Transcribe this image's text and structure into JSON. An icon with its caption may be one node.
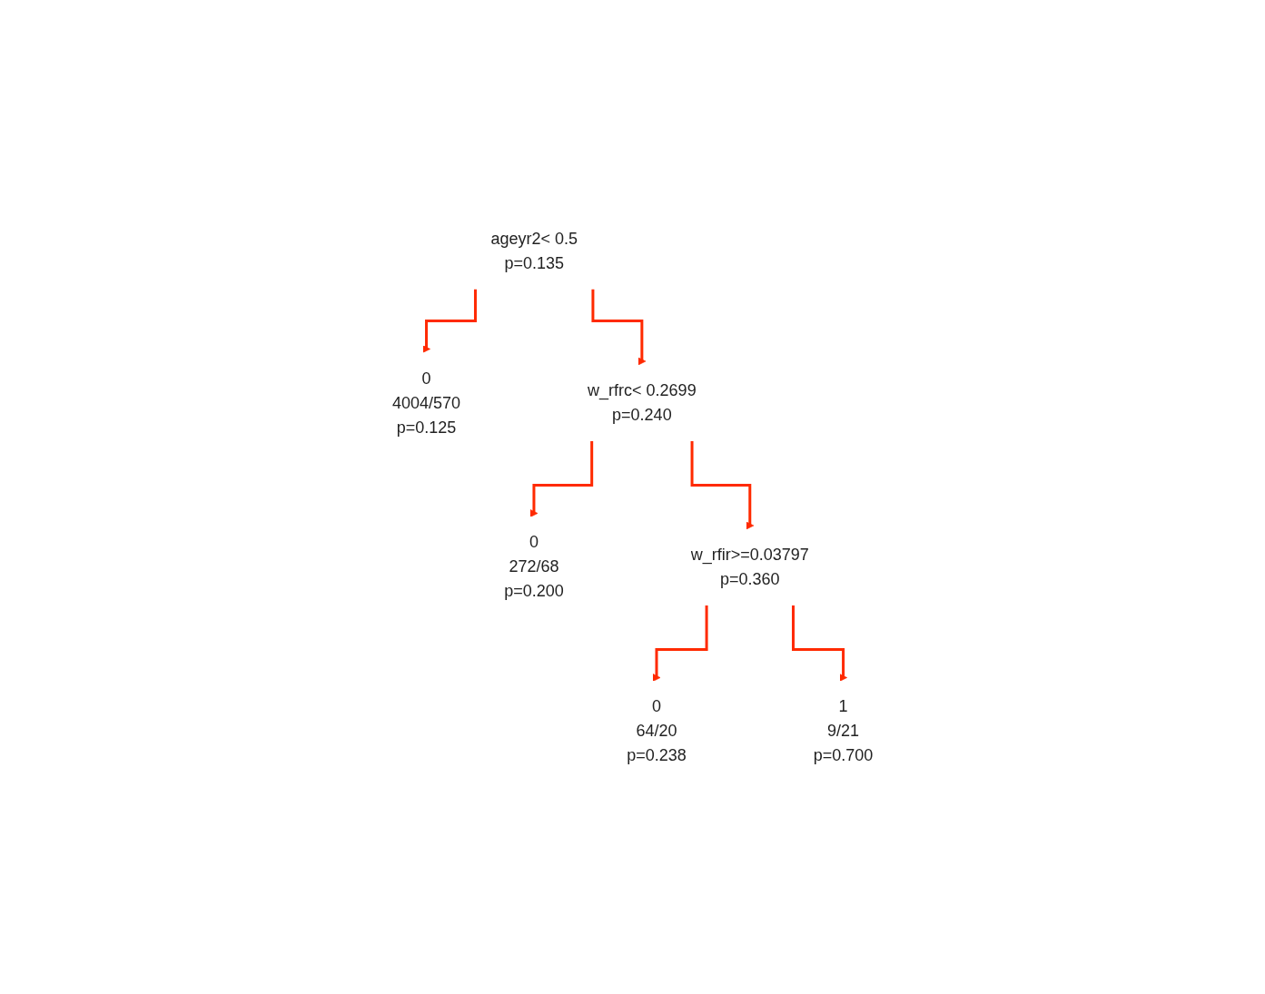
{
  "diagram": {
    "nodes": [
      {
        "text": [
          "ageyr2< 0.5",
          "p=0.135"
        ]
      },
      {
        "text": [
          "0",
          "4004/570",
          "p=0.125"
        ]
      },
      {
        "text": [
          "w_rfrc< 0.2699",
          "p=0.240"
        ]
      },
      {
        "text": [
          "0",
          "272/68",
          "p=0.200"
        ]
      },
      {
        "text": [
          "w_rfir>=0.03797",
          "p=0.360"
        ]
      },
      {
        "text": [
          "0",
          "64/20",
          "p=0.238"
        ]
      },
      {
        "text": [
          "1",
          "9/21",
          "p=0.700"
        ]
      }
    ],
    "edges": [
      {
        "from": 0,
        "to": 1,
        "arrow": "to"
      },
      {
        "from": 0,
        "to": 2,
        "arrow": "to"
      },
      {
        "from": 2,
        "to": 3,
        "arrow": "to"
      },
      {
        "from": 2,
        "to": 4,
        "arrow": "to"
      },
      {
        "from": 4,
        "to": 5,
        "arrow": "to"
      },
      {
        "from": 4,
        "to": 6,
        "arrow": "to"
      }
    ]
  }
}
